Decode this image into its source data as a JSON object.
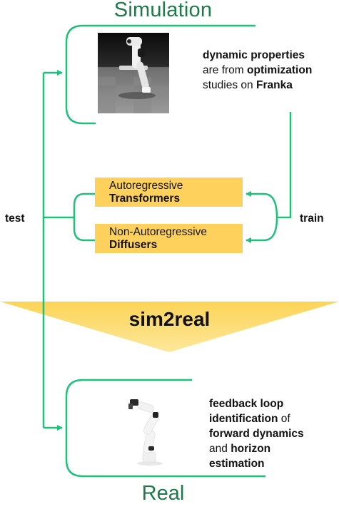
{
  "colors": {
    "accent_green": "#1fc07a",
    "title_green": "#1f7a4a",
    "model_box_yellow": "#fdd15b",
    "banner_yellow": "#fcd457"
  },
  "simulation": {
    "title": "Simulation",
    "image": "simulated-franka-robot-arm",
    "desc": {
      "p1": "dynamic properties",
      "p2": "are from",
      "p3": "optimization",
      "p4": "studies on",
      "p5": "Franka"
    }
  },
  "models": [
    {
      "line1": "Autoregressive",
      "line2": "Transformers"
    },
    {
      "line1": "Non-Autoregressive",
      "line2": "Diffusers"
    }
  ],
  "edges": {
    "test": "test",
    "train": "train"
  },
  "banner": {
    "label": "sim2real"
  },
  "real": {
    "title": "Real",
    "image": "real-franka-robot-arm",
    "desc": {
      "r1": "feedback loop",
      "r2": "identification",
      "r3": "of",
      "r4": "forward dynamics",
      "r5": "and",
      "r6": "horizon",
      "r7": "estimation"
    }
  }
}
